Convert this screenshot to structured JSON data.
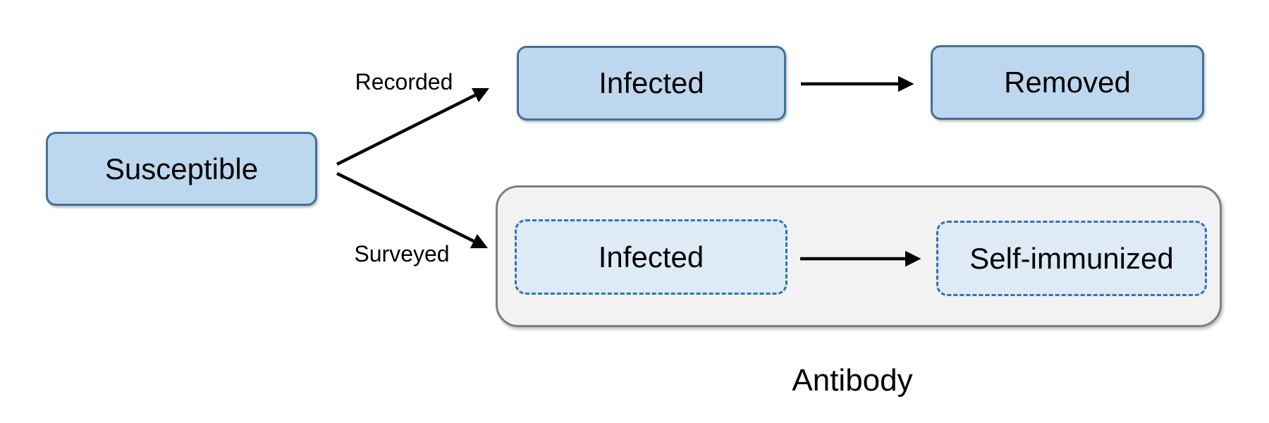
{
  "diagram": {
    "nodes": {
      "susceptible": {
        "label": "Susceptible",
        "style": "solid"
      },
      "infected_recorded": {
        "label": "Infected",
        "style": "solid"
      },
      "removed": {
        "label": "Removed",
        "style": "solid"
      },
      "infected_surveyed": {
        "label": "Infected",
        "style": "dashed"
      },
      "self_immunized": {
        "label": "Self-immunized",
        "style": "dashed"
      }
    },
    "edges": [
      {
        "from": "susceptible",
        "to": "infected_recorded",
        "label": "Recorded"
      },
      {
        "from": "susceptible",
        "to": "infected_surveyed",
        "label": "Surveyed"
      },
      {
        "from": "infected_recorded",
        "to": "removed",
        "label": ""
      },
      {
        "from": "infected_surveyed",
        "to": "self_immunized",
        "label": ""
      }
    ],
    "group": {
      "label": "Antibody",
      "contains": [
        "infected_surveyed",
        "self_immunized"
      ]
    },
    "colors": {
      "node_fill": "#bdd7ee",
      "node_border": "#41719c",
      "dashed_fill": "#deeaf6",
      "dashed_border": "#2e75b6",
      "group_fill": "#f2f2f2",
      "group_border": "#7f7f7f",
      "arrow": "#000000",
      "text": "#000000",
      "background": "#ffffff"
    }
  }
}
